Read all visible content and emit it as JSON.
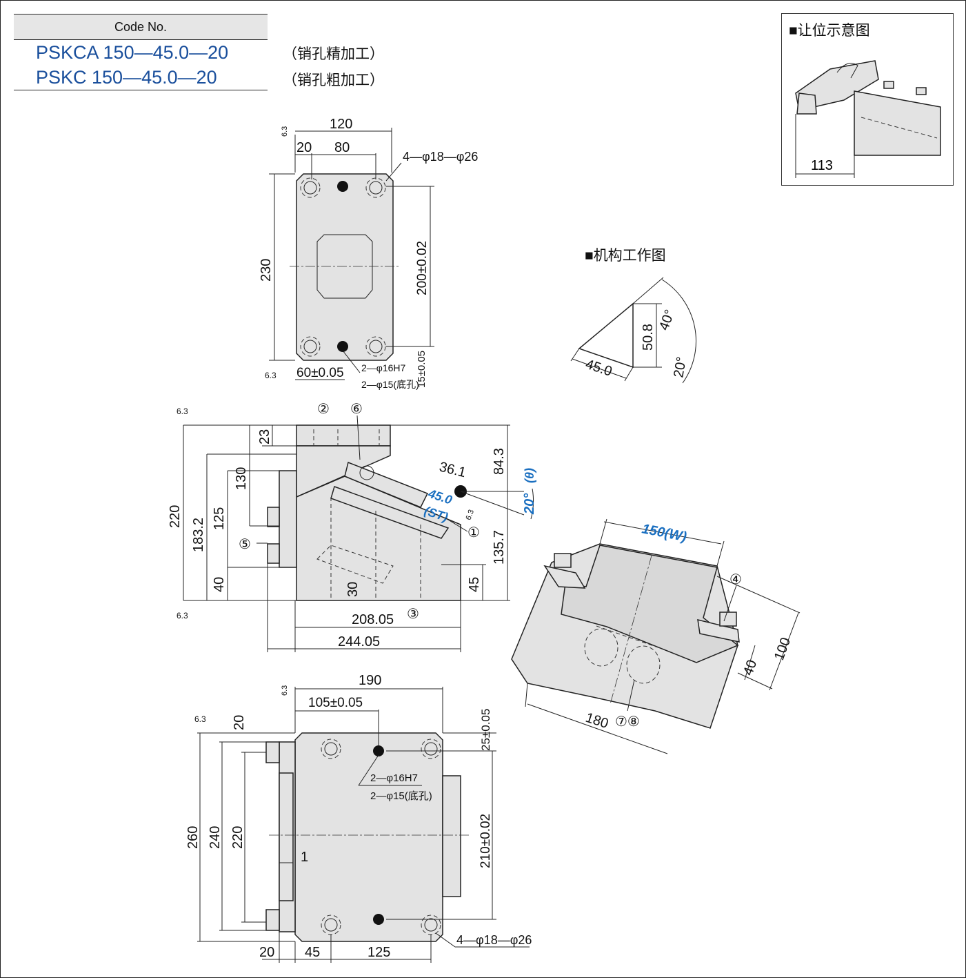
{
  "code_table": {
    "header": "Code No.",
    "rows": [
      {
        "code": "PSKCA 150—45.0—20",
        "note": "（销孔精加工）"
      },
      {
        "code": "PSKC 150—45.0—20",
        "note": "（销孔粗加工）"
      }
    ]
  },
  "clearance": {
    "title": "■让位示意图",
    "dim": "113"
  },
  "mechanism": {
    "title": "■机构工作图",
    "vertical": "50.8",
    "base": "45.0",
    "angle_top": "40°",
    "angle_bottom": "20°"
  },
  "top_view": {
    "width": "120",
    "d20": "20",
    "d80": "80",
    "holes": "4—φ18—φ26",
    "height": "230",
    "pitch": "200±0.02",
    "offset_x": "60±0.05",
    "offset_y": "15±0.05",
    "pin1": "2—φ16H7",
    "pin2": "2—φ15(底孔)",
    "roughness": "6.3"
  },
  "side_view": {
    "h220": "220",
    "h183": "183.2",
    "h125": "125",
    "h130": "130",
    "h40": "40",
    "h23": "23",
    "h84": "84.3",
    "h135": "135.7",
    "h45": "45",
    "h30": "30",
    "w208": "208.05",
    "w244": "244.05",
    "d36": "36.1",
    "stroke": "45.0",
    "stroke_label": "(ST)",
    "angle": "20°",
    "angle_label": "(θ)",
    "callouts": [
      "①",
      "②",
      "③",
      "⑤",
      "⑥"
    ],
    "roughness": "6.3"
  },
  "iso_view": {
    "width": "150(W)",
    "length": "180",
    "h100": "100",
    "h40": "40",
    "callouts": [
      "④",
      "⑦⑧"
    ]
  },
  "bottom_view": {
    "width": "190",
    "offset": "105±0.05",
    "top_off": "25±0.05",
    "pitch": "210±0.02",
    "h260": "260",
    "h240": "240",
    "h220": "220",
    "d20_top": "20",
    "d1": "1",
    "d20": "20",
    "d45": "45",
    "d125": "125",
    "pin1": "2—φ16H7",
    "pin2": "2—φ15(底孔)",
    "holes": "4—φ18—φ26",
    "roughness": "6.3"
  }
}
